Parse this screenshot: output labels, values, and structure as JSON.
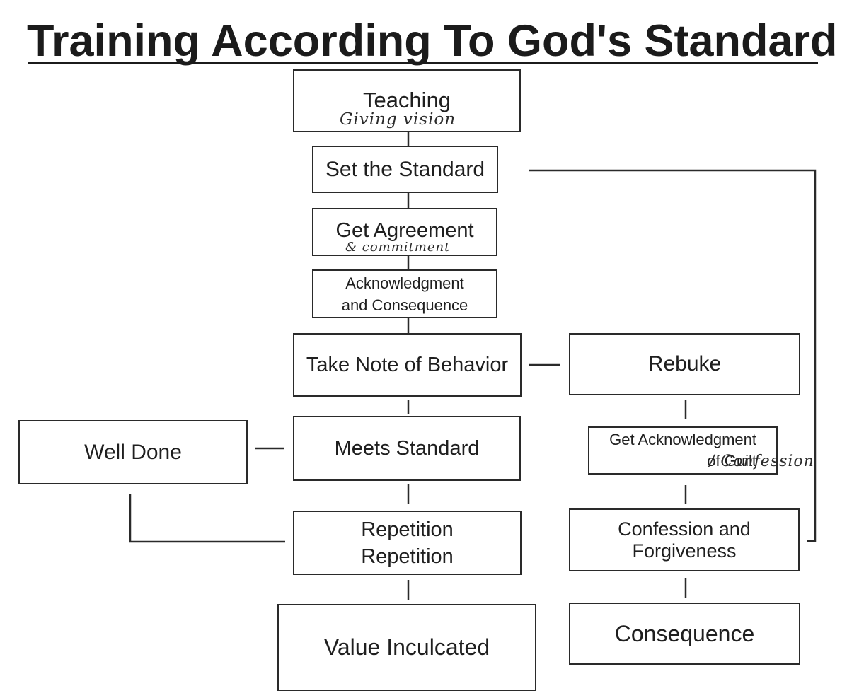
{
  "title": "Training According To God's Standard",
  "nodes": {
    "teaching": {
      "label": "Teaching",
      "note": "Giving vision"
    },
    "set_standard": {
      "label": "Set the Standard"
    },
    "get_agreement": {
      "label": "Get Agreement",
      "note": "& commitment"
    },
    "acknowledgment": {
      "label": "Acknowledgment\nand Consequence"
    },
    "take_note": {
      "label": "Take Note of Behavior"
    },
    "rebuke": {
      "label": "Rebuke"
    },
    "well_done": {
      "label": "Well Done"
    },
    "meets_standard": {
      "label": "Meets Standard"
    },
    "get_ack_guilt": {
      "label": "Get Acknowledgment\nof Guilt",
      "note": "/ Confession"
    },
    "repetition": {
      "label": "Repetition\nRepetition"
    },
    "confession_forgiveness": {
      "label": "Confession and Forgiveness"
    },
    "value_inculcated": {
      "label": "Value Inculcated"
    },
    "consequence": {
      "label": "Consequence"
    }
  }
}
